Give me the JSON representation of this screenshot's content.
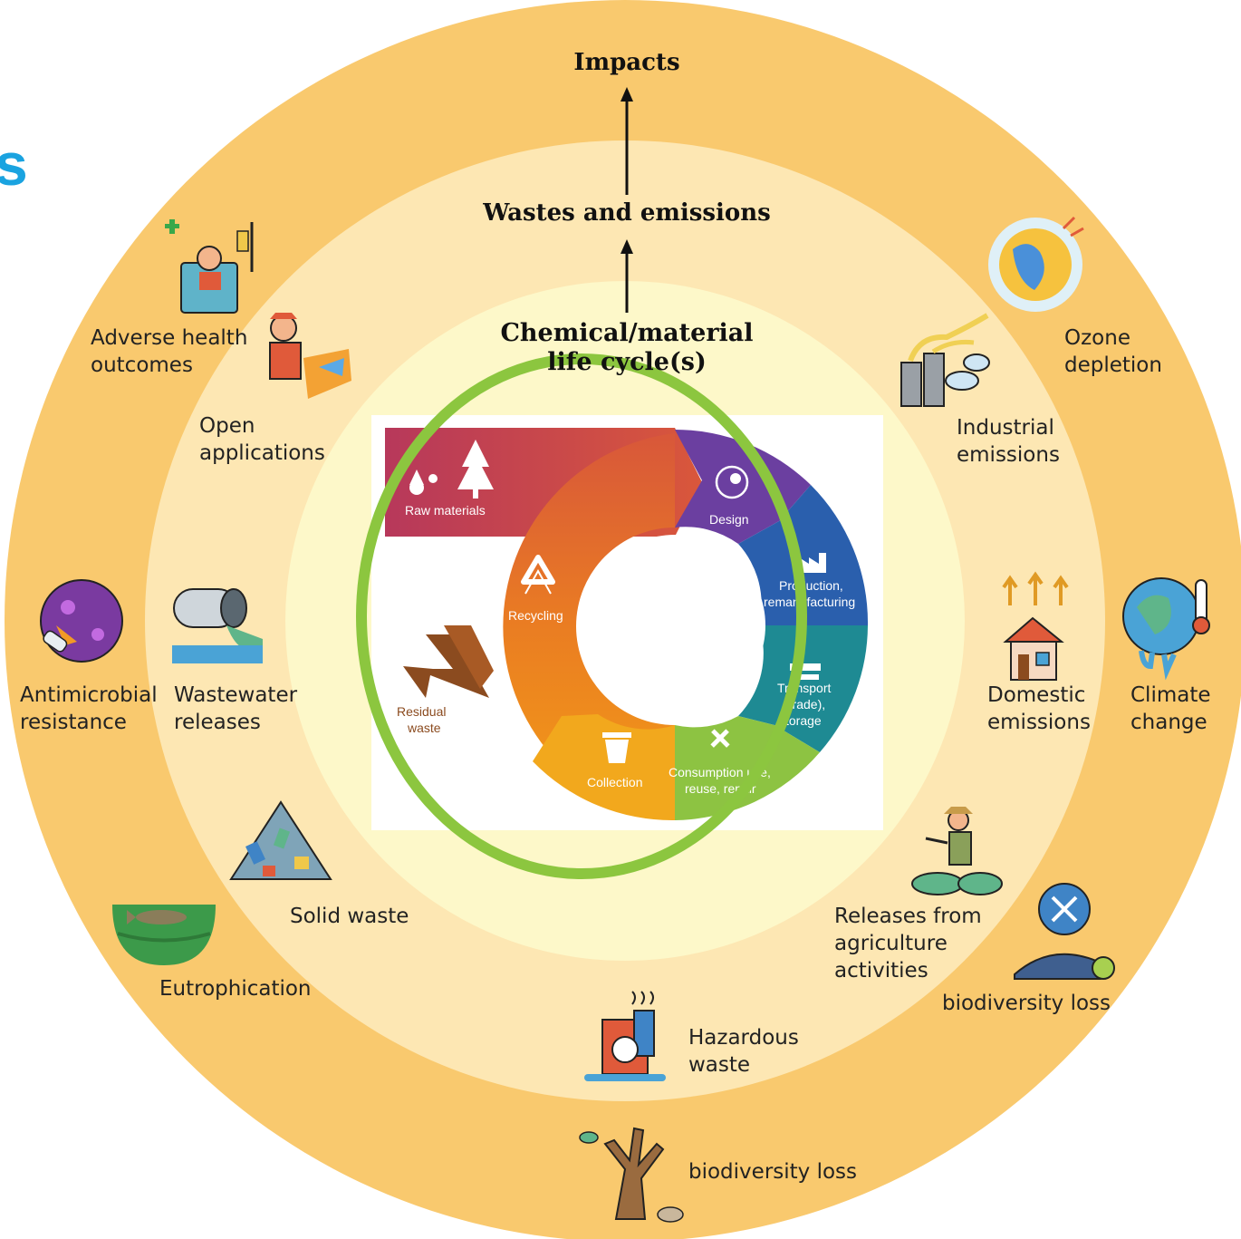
{
  "header_fragment": "s",
  "rings": {
    "outer_color": "#f9c96e",
    "middle_color": "#fde7b3",
    "inner_color": "#fdf8c9"
  },
  "flow": {
    "impacts": "Impacts",
    "wastes": "Wastes and emissions",
    "chemical_line1": "Chemical/material",
    "chemical_line2": "life cycle(s)"
  },
  "impacts": {
    "adverse_health": [
      "Adverse health",
      "outcomes"
    ],
    "ozone": [
      "Ozone",
      "depletion"
    ],
    "antimicrobial": [
      "Antimicrobial",
      "resistance"
    ],
    "climate": [
      "Climate",
      "change"
    ],
    "eutrophication": "Eutrophication",
    "biodiversity_right": "biodiversity loss",
    "biodiversity_bottom": "biodiversity loss"
  },
  "emissions": {
    "open_applications": [
      "Open",
      "applications"
    ],
    "industrial": [
      "Industrial",
      "emissions"
    ],
    "wastewater": [
      "Wastewater",
      "releases"
    ],
    "domestic": [
      "Domestic",
      "emissions"
    ],
    "solid_waste": "Solid waste",
    "agriculture": [
      "Releases from",
      "agriculture",
      "activities"
    ],
    "hazardous": [
      "Hazardous",
      "waste"
    ]
  },
  "lifecycle": {
    "raw_materials": "Raw materials",
    "design": "Design",
    "production": [
      "Production,",
      "remanufacturing"
    ],
    "transport": [
      "Transport",
      "(trade),",
      "storage"
    ],
    "consumption": [
      "Consumption use,",
      "reuse, repair"
    ],
    "collection": "Collection",
    "recycling": "Recycling",
    "residual": [
      "Residual",
      "waste"
    ]
  },
  "icons": [
    "health-icon",
    "firefighter-icon",
    "ozone-icon",
    "factory-smoke-icon",
    "bacteria-icon",
    "wastewater-pipe-icon",
    "house-emission-icon",
    "melting-earth-icon",
    "trash-pile-icon",
    "lake-fish-icon",
    "farmer-spray-icon",
    "dead-fish-icon",
    "hazard-barrel-icon",
    "dead-tree-icon",
    "trees-icon",
    "head-gear-icon",
    "factory-icon",
    "truck-icon",
    "tools-icon",
    "bin-icon",
    "recycle-icon"
  ],
  "highlight_color": "#8cc63f"
}
